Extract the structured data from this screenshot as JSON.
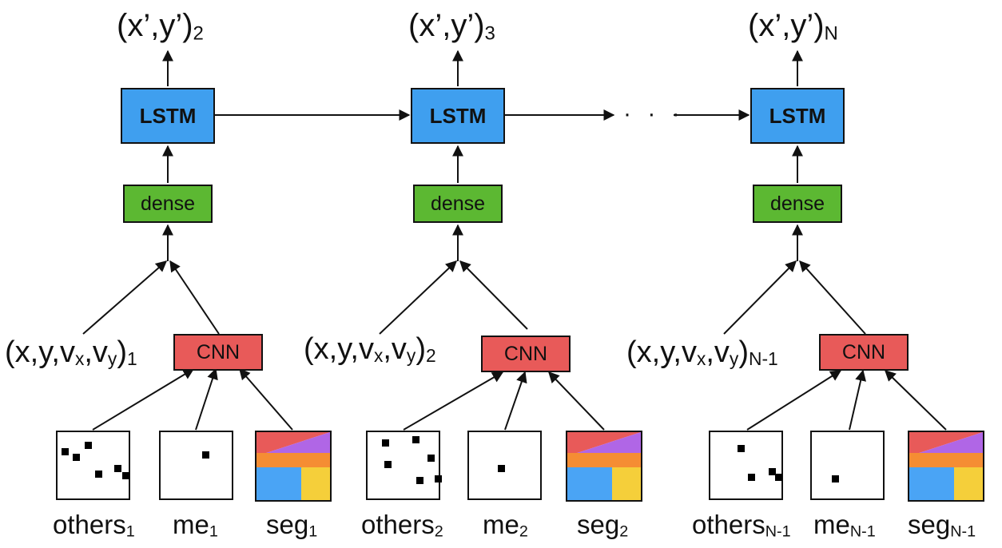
{
  "labels": {
    "lstm": "LSTM",
    "dense": "dense",
    "cnn": "CNN",
    "ellipsis": "· · ·",
    "state_prefix": "(x,y,v",
    "state_x": "x",
    "state_mid": ",v",
    "state_y": "y",
    "state_close": ")",
    "out_prefix": "(x’,y’)"
  },
  "steps": [
    {
      "out_sub": "2",
      "state_sub": "1",
      "others": "others",
      "others_sub": "1",
      "me": "me",
      "me_sub": "1",
      "seg": "seg",
      "seg_sub": "1"
    },
    {
      "out_sub": "3",
      "state_sub": "2",
      "others": "others",
      "others_sub": "2",
      "me": "me",
      "me_sub": "2",
      "seg": "seg",
      "seg_sub": "2"
    },
    {
      "out_sub": "N",
      "state_sub": "N-1",
      "others": "others",
      "others_sub": "N-1",
      "me": "me",
      "me_sub": "N-1",
      "seg": "seg",
      "seg_sub": "N-1"
    }
  ],
  "colors": {
    "lstm": "#3f9fef",
    "dense": "#5cb832",
    "cnn": "#e85a59",
    "seg_red": "#e85a59",
    "seg_purple": "#b066e6",
    "seg_orange": "#f58d33",
    "seg_blue": "#4aa4f5",
    "seg_yellow": "#f5cf3a"
  }
}
